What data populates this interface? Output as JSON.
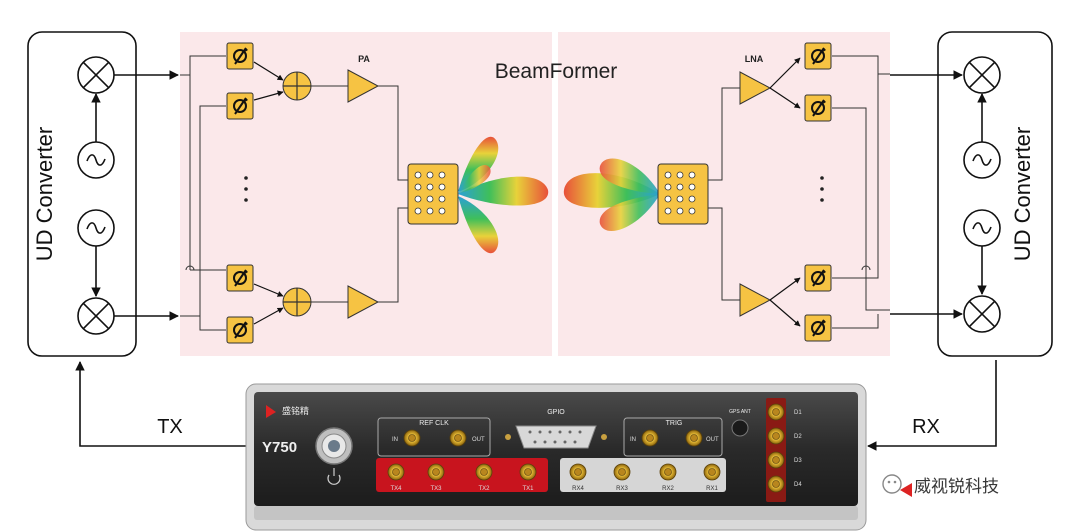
{
  "diagram": {
    "title": "BeamFormer",
    "left_converter_label": "UD Converter",
    "right_converter_label": "UD Converter",
    "pa_label": "PA",
    "lna_label": "LNA",
    "tx_label": "TX",
    "rx_label": "RX",
    "device": {
      "model": "Y750",
      "brand": "盛铭精",
      "ref_clk": "REF CLK",
      "gpio": "GPIO",
      "trig": "TRIG",
      "gps_ant": "GPS ANT",
      "in_label": "IN",
      "out_label": "OUT",
      "tx_ports": [
        "TX4",
        "TX3",
        "TX2",
        "TX1"
      ],
      "rx_ports": [
        "RX4",
        "RX3",
        "RX2",
        "RX1"
      ],
      "side_ports": [
        "D1",
        "D2",
        "D3",
        "D4"
      ]
    },
    "watermark": "威视锐科技"
  }
}
